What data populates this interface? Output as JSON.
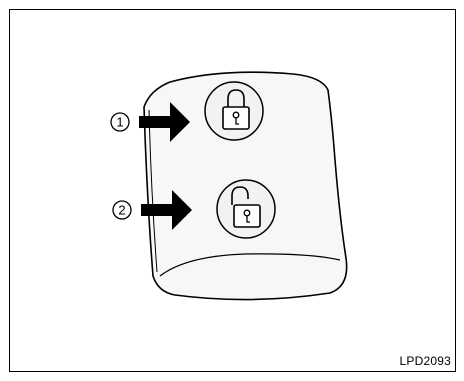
{
  "figure": {
    "code": "LPD2093",
    "callouts": [
      {
        "number": "1",
        "target": "lock-button"
      },
      {
        "number": "2",
        "target": "unlock-button"
      }
    ]
  },
  "icons": {
    "button_1": "locked-padlock-icon",
    "button_2": "unlocked-padlock-icon"
  },
  "colors": {
    "line": "#000000",
    "fob_fill": "#f7f7f7",
    "background": "#ffffff"
  }
}
